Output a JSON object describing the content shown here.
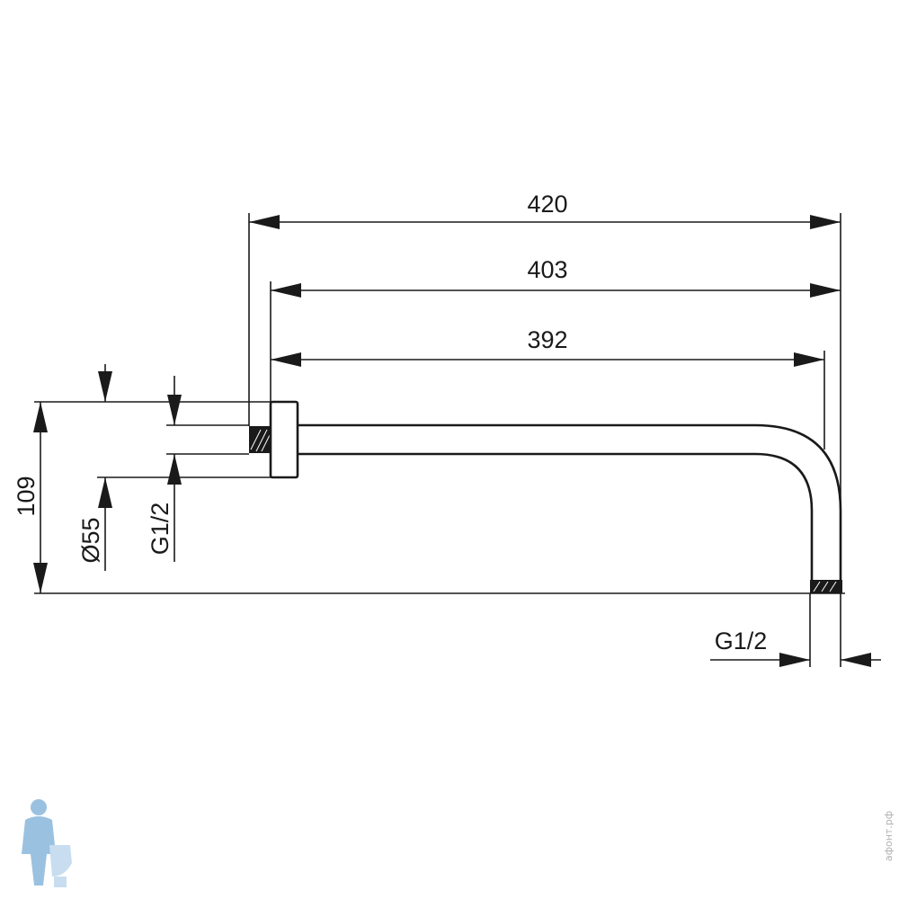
{
  "dimensions": {
    "overall_length": "420",
    "arm_length": "403",
    "inner_length": "392",
    "total_height": "109",
    "flange_diameter": "Ø55",
    "wall_thread": "G1/2",
    "outlet_thread": "G1/2"
  },
  "watermark": {
    "site": "афонт.рф"
  },
  "colors": {
    "ink": "#1a1a1a",
    "logo_blue": "#4a90c8"
  }
}
